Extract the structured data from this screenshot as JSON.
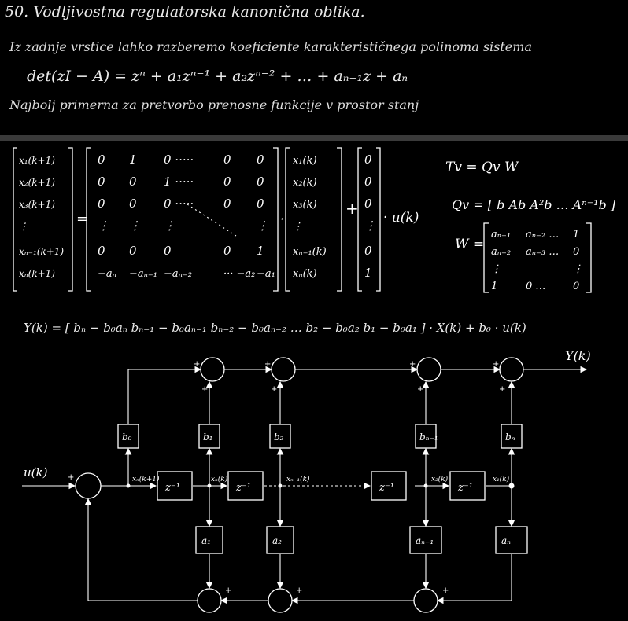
{
  "header": {
    "title": "50. Vodljivostna regulatorska kanonična oblika.",
    "bullet1": "Iz zadnje vrstice lahko razberemo koeficiente karakterističnega polinoma sistema",
    "char_poly": "det(zI − A) = zⁿ + a₁zⁿ⁻¹ + a₂zⁿ⁻² + … + aₙ₋₁z + aₙ",
    "bullet2": "Najbolj primerna za pretvorbo prenosne funkcije v prostor stanj"
  },
  "state_eq": {
    "lhs": [
      "x₁(k+1)",
      "x₂(k+1)",
      "x₃(k+1)",
      "⋮",
      "xₙ₋₁(k+1)",
      "xₙ(k+1)"
    ],
    "A_rows": [
      [
        "0",
        "1",
        "0 ·····",
        "0",
        "0"
      ],
      [
        "0",
        "0",
        "1 ·····",
        "0",
        "0"
      ],
      [
        "0",
        "0",
        "0 ·····",
        "0",
        "0"
      ],
      [
        "⋮",
        "⋮",
        "⋮",
        "",
        "⋮"
      ],
      [
        "0",
        "0",
        "0",
        "0",
        "1"
      ],
      [
        "−aₙ",
        "−aₙ₋₁",
        "−aₙ₋₂",
        "··· −a₂",
        "−a₁"
      ]
    ],
    "x_vec": [
      "x₁(k)",
      "x₂(k)",
      "x₃(k)",
      "⋮",
      "xₙ₋₁(k)",
      "xₙ(k)"
    ],
    "b_vec": [
      "0",
      "0",
      "0",
      "⋮",
      "0",
      "1"
    ],
    "input": "· u(k)"
  },
  "transform": {
    "Tv": "Tv = Qv W",
    "Qv": "Qv = [ b  Ab  A²b … Aⁿ⁻¹b ]",
    "W_label": "W =",
    "W_rows": [
      [
        "aₙ₋₁",
        "aₙ₋₂ …",
        "1"
      ],
      [
        "aₙ₋₂",
        "aₙ₋₃ …",
        "0"
      ],
      [
        "⋮",
        "",
        "⋮"
      ],
      [
        "1",
        "0 …",
        "0"
      ]
    ]
  },
  "output_eq": "Y(k) = [ bₙ − b₀aₙ   bₙ₋₁ − b₀aₙ₋₁   bₙ₋₂ − b₀aₙ₋₂  …  b₂ − b₀a₂   b₁ − b₀a₁ ] · X(k) + b₀ · u(k)",
  "diagram": {
    "output_label": "Y(k)",
    "input_label": "u(k)",
    "b_blocks": [
      "b₀",
      "b₁",
      "b₂",
      "bₙ₋₁",
      "bₙ"
    ],
    "z_blocks": [
      "z⁻¹",
      "z⁻¹",
      "z⁻¹",
      "z⁻¹"
    ],
    "a_blocks": [
      "a₁",
      "a₂",
      "aₙ₋₁",
      "aₙ"
    ],
    "state_labels": [
      "xₙ(k+1)",
      "xₙ(k)",
      "xₙ₋₁(k)",
      "x₂(k)",
      "x₁(k)"
    ],
    "signs": {
      "plus": "+",
      "minus": "−"
    }
  }
}
